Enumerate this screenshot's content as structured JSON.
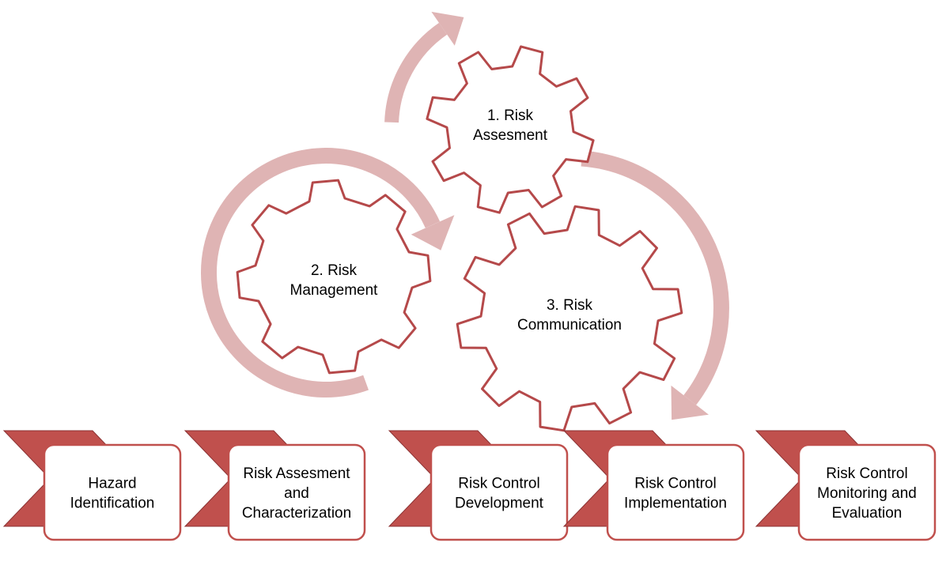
{
  "colors": {
    "gear_stroke": "#b5494a",
    "cycle_arrow": "#dfb4b4",
    "chevron_fill": "#c0504d",
    "chevron_edge": "#8b3233",
    "card_stroke": "#c0504d",
    "text": "#000000"
  },
  "gears": [
    {
      "name": "gear-risk-assesment",
      "lines": [
        "1. Risk",
        "Assesment"
      ]
    },
    {
      "name": "gear-risk-management",
      "lines": [
        "2. Risk",
        "Management"
      ]
    },
    {
      "name": "gear-risk-communication",
      "lines": [
        "3. Risk",
        "Communication"
      ]
    }
  ],
  "steps": [
    {
      "name": "step-hazard-identification",
      "lines": [
        "Hazard",
        "Identification"
      ]
    },
    {
      "name": "step-risk-assesment-characterization",
      "lines": [
        "Risk Assesment",
        "and",
        "Characterization"
      ]
    },
    {
      "name": "step-risk-control-development",
      "lines": [
        "Risk Control",
        "Development"
      ]
    },
    {
      "name": "step-risk-control-implementation",
      "lines": [
        "Risk Control",
        "Implementation"
      ]
    },
    {
      "name": "step-risk-control-monitoring",
      "lines": [
        "Risk Control",
        "Monitoring and",
        "Evaluation"
      ]
    }
  ]
}
